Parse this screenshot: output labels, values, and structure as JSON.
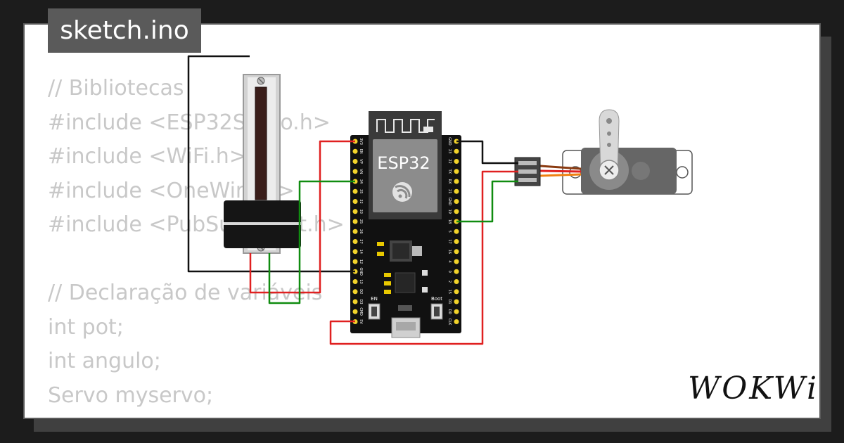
{
  "file": {
    "name": "sketch.ino"
  },
  "code": {
    "lines": [
      "// Bibliotecas",
      "#include <ESP32Servo.h>",
      "#include <WiFi.h>",
      "#include <OneWire.h>",
      "#include <PubSubClient.h>",
      "",
      "// Declaração de variáveis",
      "int pot;",
      "int angulo;",
      "Servo myservo;"
    ]
  },
  "board": {
    "chip_label": "ESP32",
    "button_en": "EN",
    "button_boot": "Boot",
    "left_pins": [
      "3V3",
      "EN",
      "VP",
      "VN",
      "34",
      "35",
      "32",
      "33",
      "25",
      "26",
      "27",
      "14",
      "12",
      "GND",
      "13",
      "D2",
      "D3",
      "CMD",
      "5V"
    ],
    "right_pins": [
      "GND",
      "23",
      "22",
      "TX",
      "RX",
      "21",
      "GND",
      "19",
      "18",
      "5",
      "17",
      "16",
      "4",
      "0",
      "2",
      "15",
      "D1",
      "D0",
      "CLK"
    ]
  },
  "brand": {
    "logo_text": "WOKWi"
  },
  "colors": {
    "wire_red": "#e02020",
    "wire_green": "#108c10",
    "wire_black": "#111111",
    "servo_orange": "#f08010",
    "servo_brown": "#8a3a10",
    "board_black": "#111111",
    "pin_yellow": "#f2d32a",
    "code_text": "#c8c8c8",
    "tab_bg": "#5a5a5a"
  }
}
